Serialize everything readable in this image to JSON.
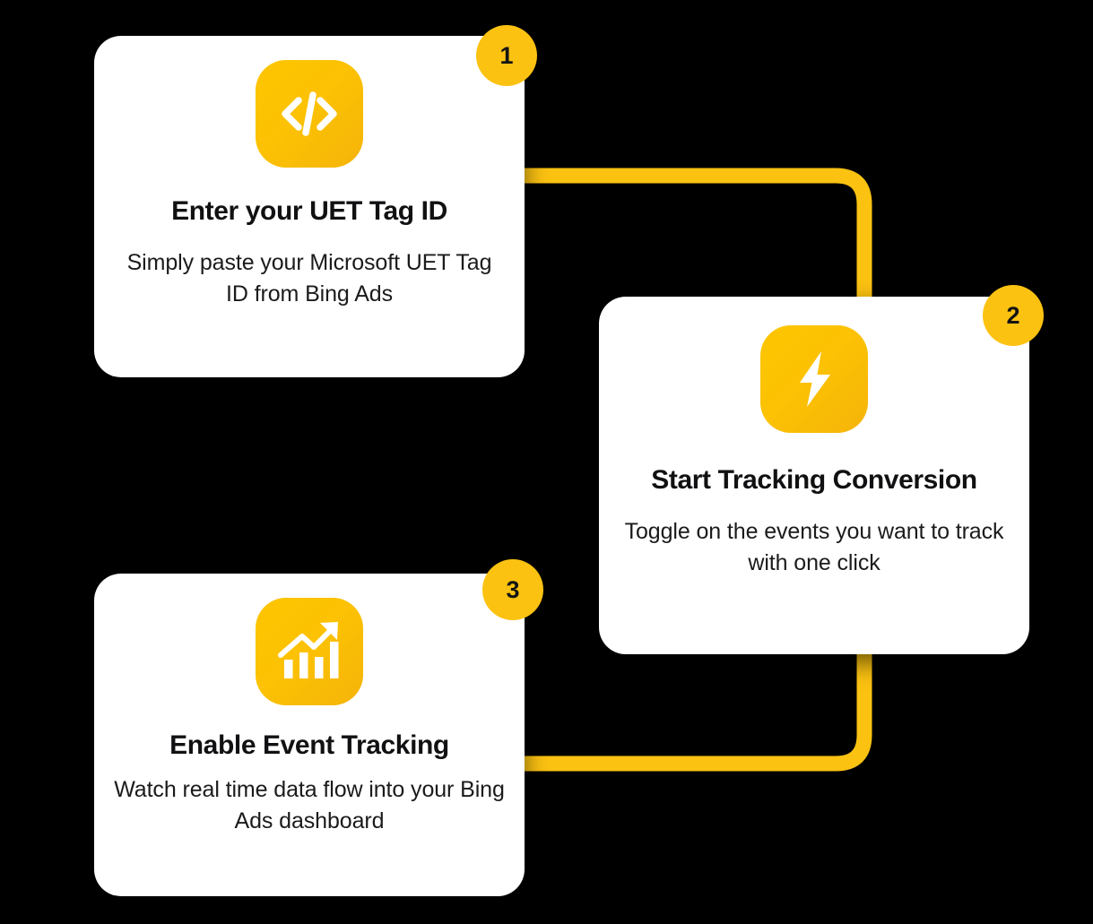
{
  "theme": {
    "background": "#000000",
    "card_background": "#ffffff",
    "accent": "#FBC212",
    "icon_gradient_start": "#FDC500",
    "icon_gradient_end": "#F5B40A",
    "connector_color": "#FBC212",
    "title_color": "#111113",
    "body_color": "#1b1b1d"
  },
  "steps": [
    {
      "number": "1",
      "icon": "code-brackets-icon",
      "title": "Enter  your UET Tag ID",
      "description": "Simply paste your Microsoft UET Tag ID from Bing Ads"
    },
    {
      "number": "2",
      "icon": "lightning-bolt-icon",
      "title": "Start Tracking Conversion",
      "description": "Toggle on the events you want to track with one click"
    },
    {
      "number": "3",
      "icon": "growth-chart-icon",
      "title": "Enable Event Tracking",
      "description": "Watch real time data flow into your Bing Ads dashboard"
    }
  ],
  "connectors": [
    {
      "name": "connector-step1-to-step2",
      "from": "step-1",
      "to": "step-2"
    },
    {
      "name": "connector-step2-to-step3",
      "from": "step-2",
      "to": "step-3"
    }
  ]
}
